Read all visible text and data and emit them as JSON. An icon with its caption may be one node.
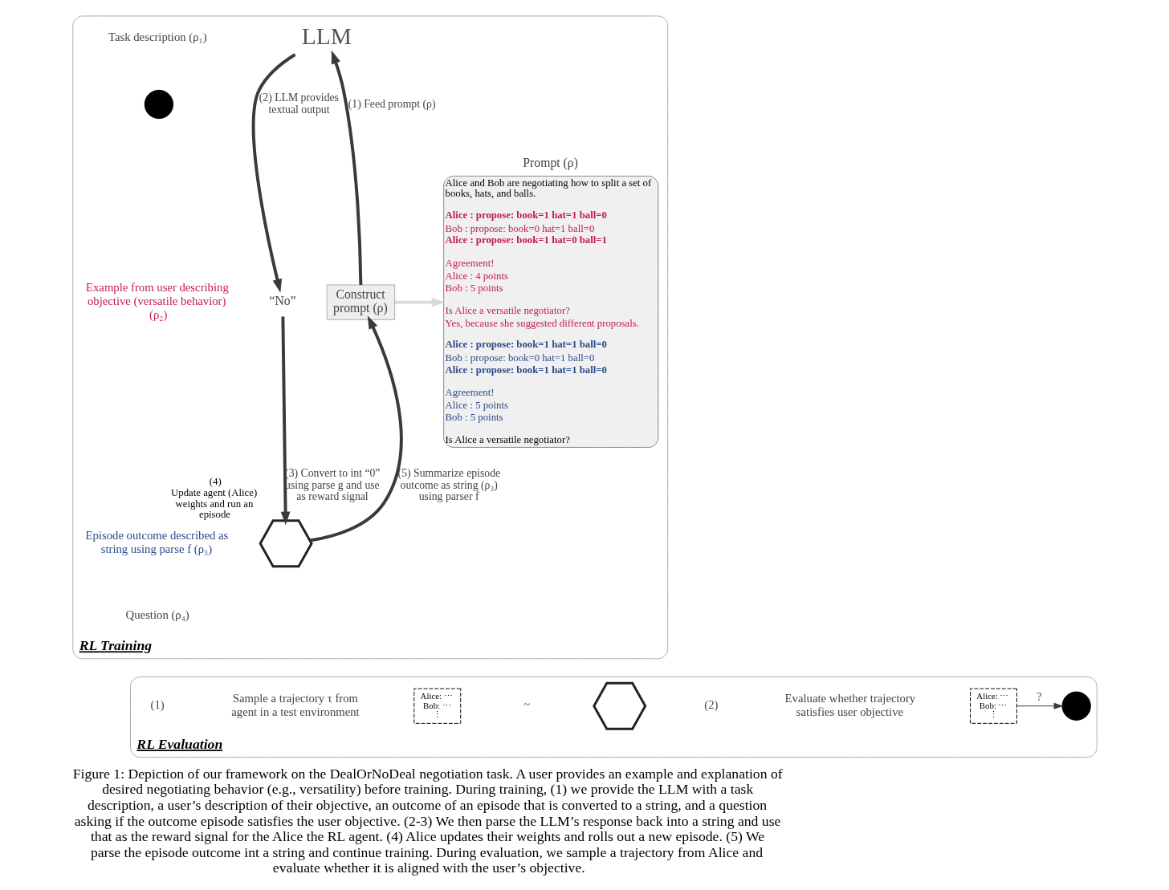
{
  "diagram": {
    "caption": "Figure 1: Depiction of our framework on the DealOrNoDeal negotiation task. A user provides an example and explanation of desired negotiating behavior (e.g., versatility) before training. During training, (1) we provide the LLM with a task description, a user’s description of their objective, an outcome of an episode that is converted to a string, and a question asking if the outcome episode satisfies the user objective. (2-3) We then parse the LLM’s response back into a string and use that as the reward signal for the Alice the RL agent. (4) Alice updates their weights and rolls out a new episode. (5) We parse the episode outcome int a string and continue training. During evaluation, we sample a trajectory from Alice and evaluate whether it is aligned with the user’s objective.",
    "nodes": [
      {
        "text": [
          "RL Training"
        ]
      },
      {
        "text": [],
        "shape": "person",
        "in": 0
      },
      {
        "text": [
          "Prompt (ρ)",
          "Alice and Bob are negotiating how to split a set of books, hats, and balls.",
          "Alice : propose: book=1 hat=1 ball=0",
          "Bob : propose: book=0 hat=1 ball=0",
          "Alice : propose: book=1 hat=0 ball=1",
          "Agreement!",
          "Alice : 4 points",
          "Bob : 5 points",
          "Is Alice a versatile negotiator?",
          "Yes, because she suggested different proposals.",
          "Alice : propose: book=1 hat=1 ball=0",
          "Bob : propose: book=0 hat=1 ball=0",
          "Alice : propose: book=1 hat=1 ball=0",
          "Agreement!",
          "Alice : 5 points",
          "Bob : 5 points",
          "Is Alice a versatile negotiator?"
        ],
        "in": 0
      },
      {
        "text": [
          "LLM"
        ],
        "in": 0
      },
      {
        "text": [
          "“No”"
        ],
        "in": 0
      },
      {
        "text": [],
        "shape": "hexagon",
        "beside": [
          "(4)",
          "Update agent (Alice) weights and run an episode"
        ],
        "in": 0
      },
      {
        "text": [
          "Construct prompt (ρ)"
        ],
        "in": 0
      },
      {
        "text": [
          "RL Evaluation"
        ]
      },
      {
        "text": [
          "Alice: ⋯",
          "Bob: ⋯",
          "⋮"
        ],
        "in": 7
      },
      {
        "text": [],
        "shape": "hexagon",
        "in": 7
      },
      {
        "text": [
          "Alice: ⋯",
          "Bob: ⋯",
          "⋮"
        ],
        "in": 7
      },
      {
        "text": [],
        "shape": "person",
        "in": 7
      }
    ],
    "edges": [
      {
        "from": 6,
        "to": 3,
        "arrow": "to",
        "label": "(1) Feed prompt (ρ)"
      },
      {
        "from": 3,
        "to": 4,
        "arrow": "to",
        "label": "(2) LLM provides textual output"
      },
      {
        "from": 4,
        "to": 5,
        "arrow": "to",
        "label": "(3) Convert to int “0” using parse g and use as reward signal"
      },
      {
        "from": 5,
        "to": 6,
        "arrow": "to",
        "label": "(5) Summarize episode outcome as string (ρ₃) using parser f"
      },
      {
        "from": 6,
        "to": 2,
        "arrow": "to",
        "color": "#d9d9d9"
      },
      {
        "from": 10,
        "to": 11,
        "arrow": "to",
        "label": "?"
      }
    ],
    "labels": [
      "Task description (ρ₁)",
      "Example from user describing objective (versatile behavior) (ρ₂)",
      "Episode outcome described as string using parse f (ρ₃)",
      "Question (ρ₄)",
      "(1)",
      "Sample a trajectory τ from agent in a test environment",
      "~",
      "(2)",
      "Evaluate whether trajectory satisfies user objective"
    ]
  }
}
